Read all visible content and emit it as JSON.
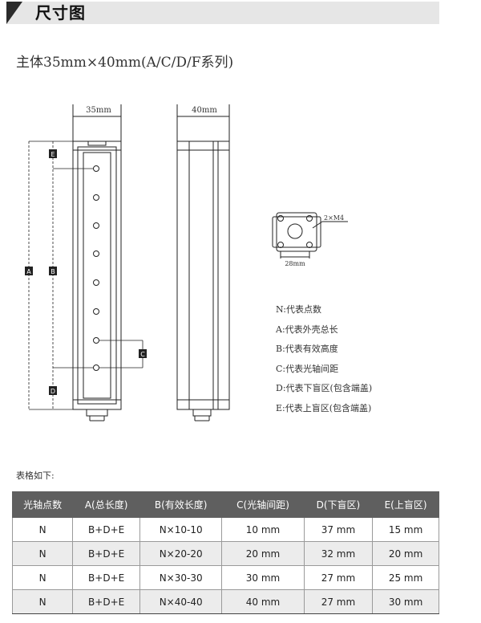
{
  "section": {
    "title": "尺寸图",
    "subtitle": "主体35mm×40mm(A/C/D/F系列)"
  },
  "drawing": {
    "front_width_label": "35mm",
    "side_width_label": "40mm",
    "end_width_label": "28mm",
    "hole_label": "2×M4",
    "letters": [
      "A",
      "B",
      "C",
      "D",
      "E"
    ]
  },
  "legend": [
    "N:代表点数",
    "A:代表外壳总长",
    "B:代表有效高度",
    "C:代表光轴间距",
    "D:代表下盲区(包含端盖)",
    "E:代表上盲区(包含端盖)"
  ],
  "table": {
    "caption": "表格如下:",
    "headers": [
      "光轴点数",
      "A(总长度)",
      "B(有效长度)",
      "C(光轴间距)",
      "D(下盲区)",
      "E(上盲区)"
    ],
    "rows": [
      [
        "N",
        "B+D+E",
        "N×10-10",
        "10 mm",
        "37 mm",
        "15 mm"
      ],
      [
        "N",
        "B+D+E",
        "N×20-20",
        "20 mm",
        "32 mm",
        "20 mm"
      ],
      [
        "N",
        "B+D+E",
        "N×30-30",
        "30 mm",
        "27 mm",
        "25 mm"
      ],
      [
        "N",
        "B+D+E",
        "N×40-40",
        "40 mm",
        "27 mm",
        "30 mm"
      ]
    ]
  },
  "colors": {
    "header_dark": "#2b2b2b",
    "header_band": "#e6e6e6",
    "table_header": "#5f5f5f",
    "row_shade": "#ececec"
  }
}
